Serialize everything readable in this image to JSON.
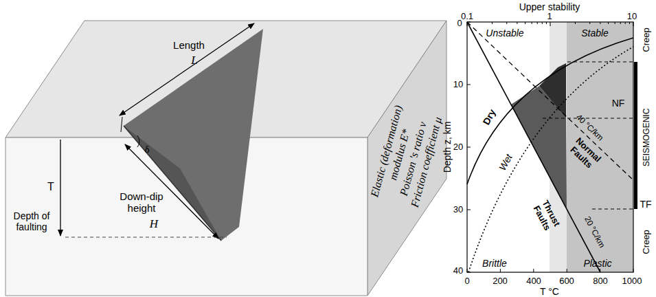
{
  "diagram": {
    "labels": [
      "Length",
      "L",
      "δ",
      "Down-dip height",
      "H",
      "T",
      "Depth of faulting",
      "Elastic (deformation)",
      "modulus E*",
      "Poisson 's ratio ν",
      "Friction coefficient μ",
      "Upper stability",
      "0.1",
      "1",
      "10",
      "Unstable",
      "Stable",
      "Creep",
      "0",
      "10",
      "20",
      "30",
      "40",
      "Depth z, km",
      "Dry",
      "Wet",
      "NF",
      "40 °C/km",
      "Normal Faults",
      "SEISMOGENIC",
      "Thrust Faults",
      "20 °C/km",
      "TF",
      "Creep",
      "Brittle",
      "Plastic",
      "0",
      "200",
      "400",
      "600",
      "800",
      "1000",
      "T °C"
    ]
  }
}
